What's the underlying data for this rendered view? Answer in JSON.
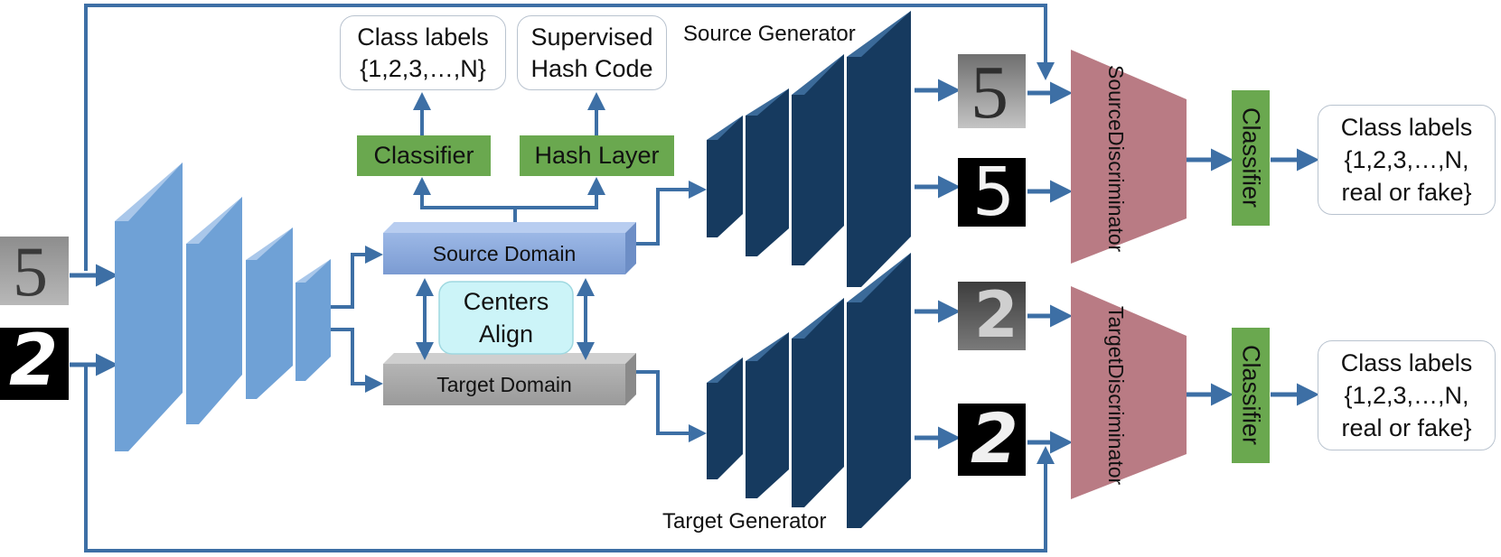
{
  "source_domain": "Source Domain",
  "target_domain": "Target Domain",
  "centers_align": [
    "Centers",
    "Align"
  ],
  "classifier_top": "Classifier",
  "hash_layer": "Hash Layer",
  "class_labels_top": [
    "Class labels",
    "{1,2,3,…,N}"
  ],
  "supervised_hash": [
    "Supervised",
    "Hash Code"
  ],
  "source_generator": "Source Generator",
  "target_generator": "Target Generator",
  "source_discriminator": [
    "Source",
    "Discriminator"
  ],
  "target_discriminator": [
    "Target",
    "Discriminator"
  ],
  "classifier_source": "Classifier",
  "classifier_target": "Classifier",
  "class_labels_source": [
    "Class labels",
    "{1,2,3,…,N,",
    "real or fake}"
  ],
  "class_labels_target": [
    "Class labels",
    "{1,2,3,…,N,",
    "real or fake}"
  ],
  "digits": {
    "input_top": "5",
    "input_bottom": "2",
    "src_real": "5",
    "src_fake": "5",
    "tgt_real": "2",
    "tgt_fake": "2"
  },
  "colors": {
    "arrow": "#3d6fa5",
    "encoder": "#6fa1d6",
    "generator": "#163a5f",
    "discriminator": "#b97b84",
    "classifier": "#6aa84f",
    "source_domain": "#8aaadc",
    "target_domain": "#a9a9a9",
    "centers_align": "#ccf4f8"
  }
}
